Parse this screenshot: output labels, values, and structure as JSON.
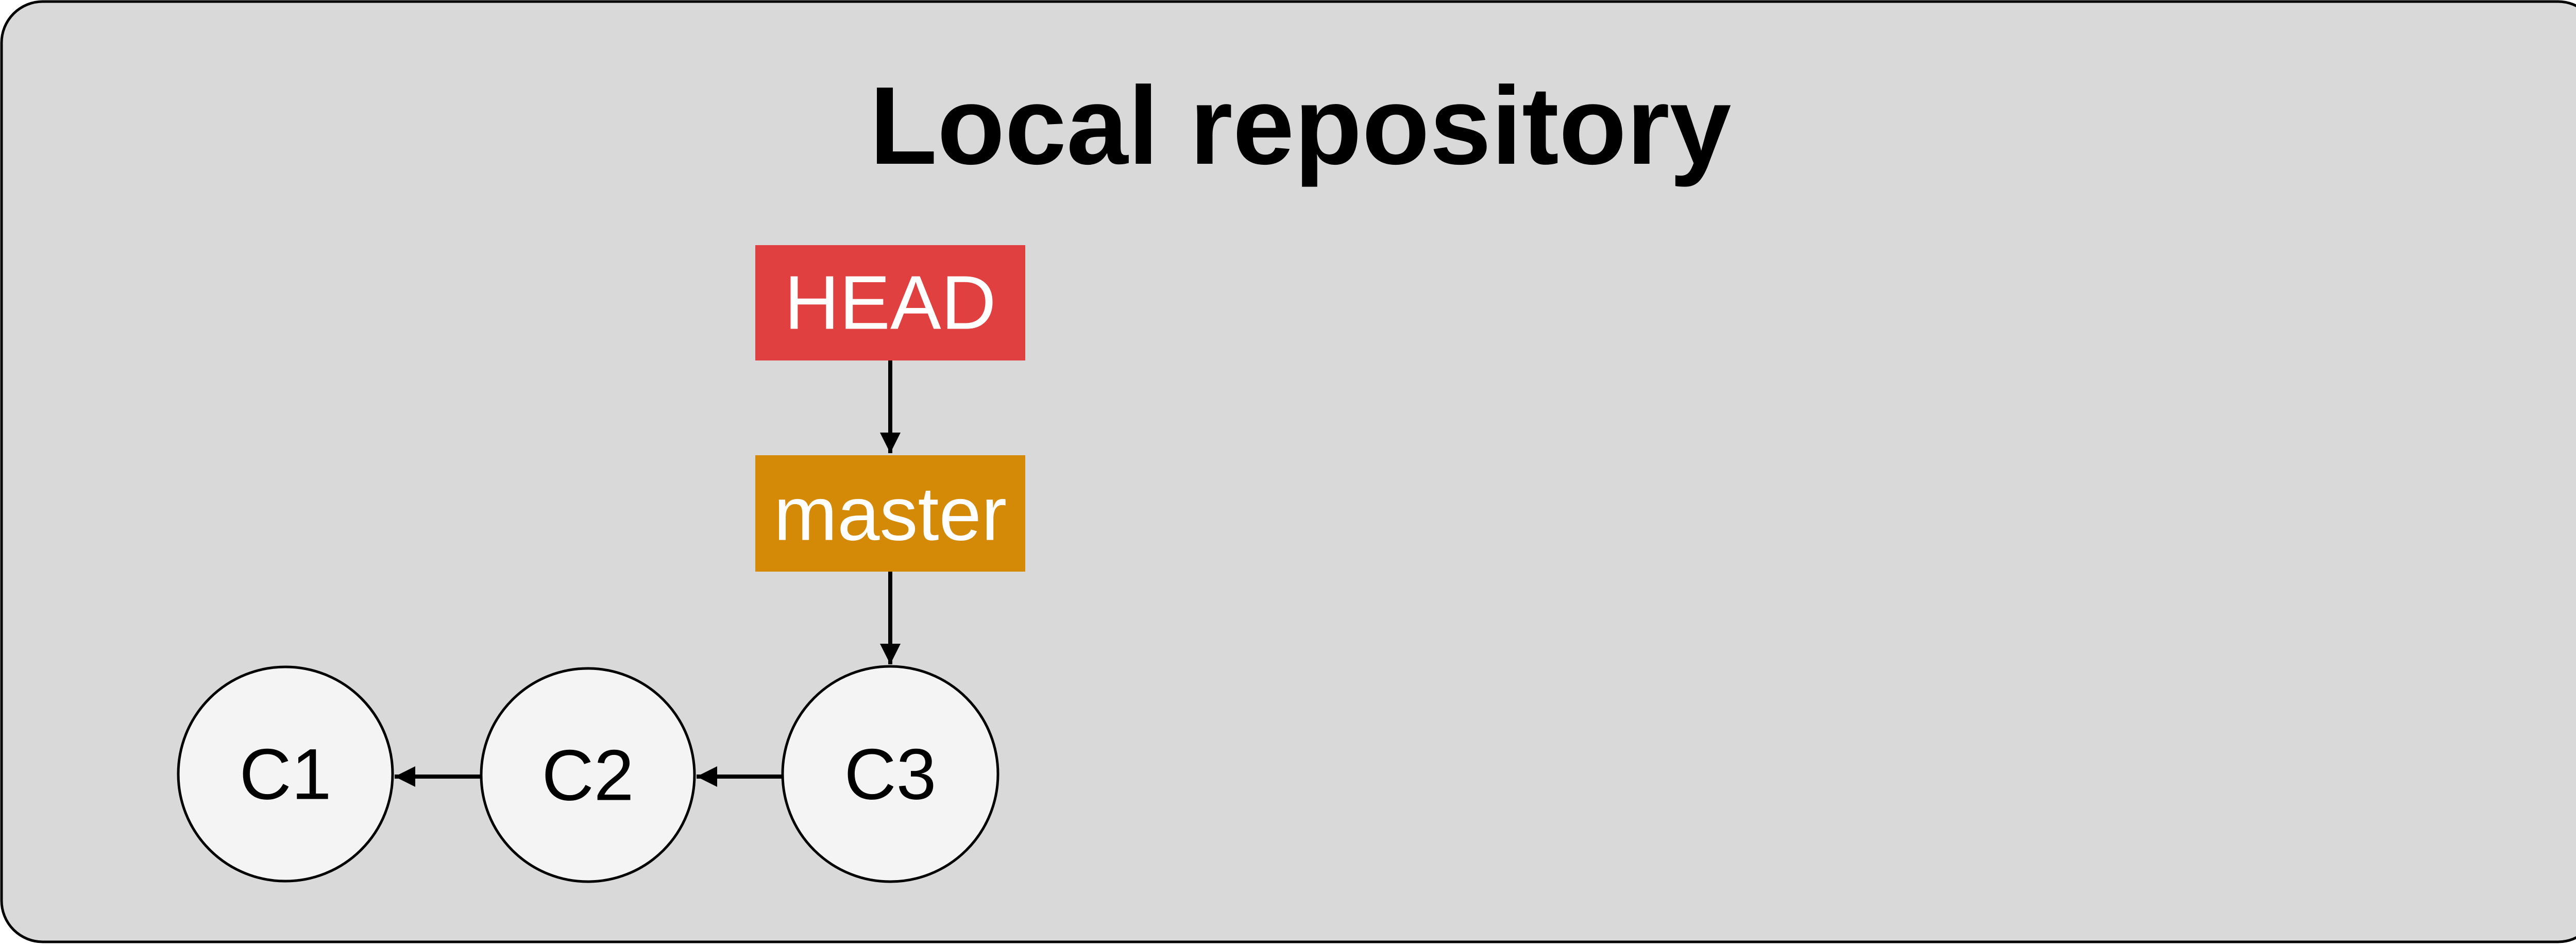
{
  "repository": {
    "title": "Local repository"
  },
  "refs": {
    "head": "HEAD",
    "branch": "master"
  },
  "commits": [
    "C1",
    "C2",
    "C3"
  ],
  "colors": {
    "panel_background": "#d9d9d9",
    "panel_border": "#000000",
    "head_fill": "#e14040",
    "branch_fill": "#d48a06",
    "ref_text": "#ffffff",
    "commit_fill": "#f4f4f4",
    "commit_stroke": "#000000",
    "arrow": "#000000"
  }
}
